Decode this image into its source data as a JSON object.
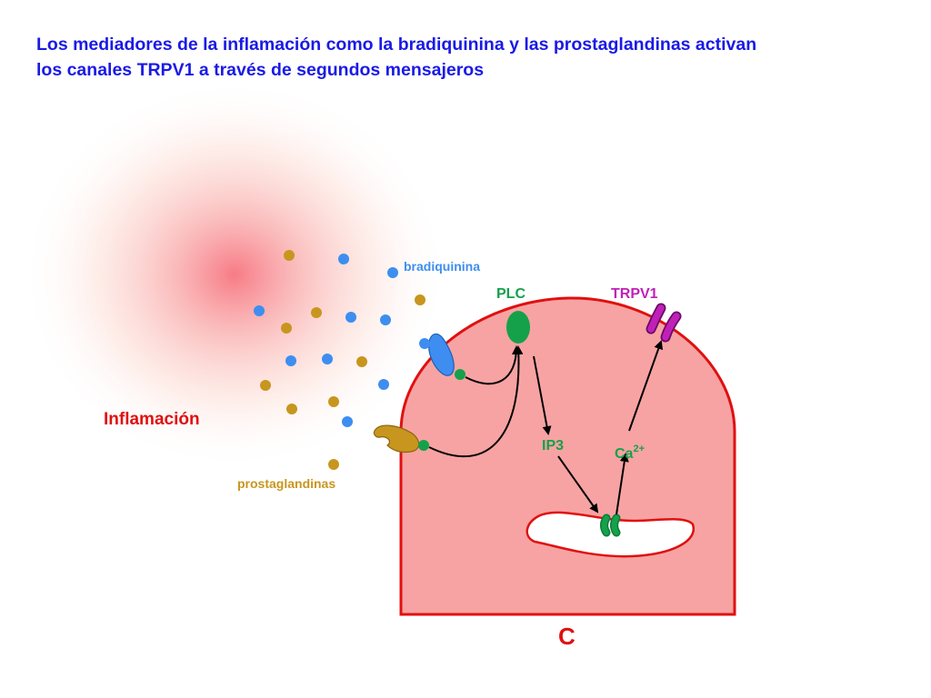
{
  "title": {
    "line1": "Los mediadores de la inflamación como la bradiquinina y las prostaglandinas activan",
    "line2": "los canales TRPV1 a través de segundos mensajeros"
  },
  "labels": {
    "bradiquinina": "bradiquinina",
    "prostaglandinas": "prostaglandinas",
    "inflamacion": "Inflamación",
    "plc": "PLC",
    "trpv1": "TRPV1",
    "ip3": "IP3",
    "ca": "Ca",
    "ca_charge": "2+",
    "panel": "C"
  },
  "colors": {
    "title": "#1a1ae6",
    "bradykinin": "#3d8ef0",
    "prostaglandin": "#c8961e",
    "cell_fill": "#f7a3a3",
    "cell_border": "#e01010",
    "plc": "#15a14a",
    "trpv1": "#c020b8",
    "inflammation": "#e01010",
    "arrow": "#000000"
  }
}
